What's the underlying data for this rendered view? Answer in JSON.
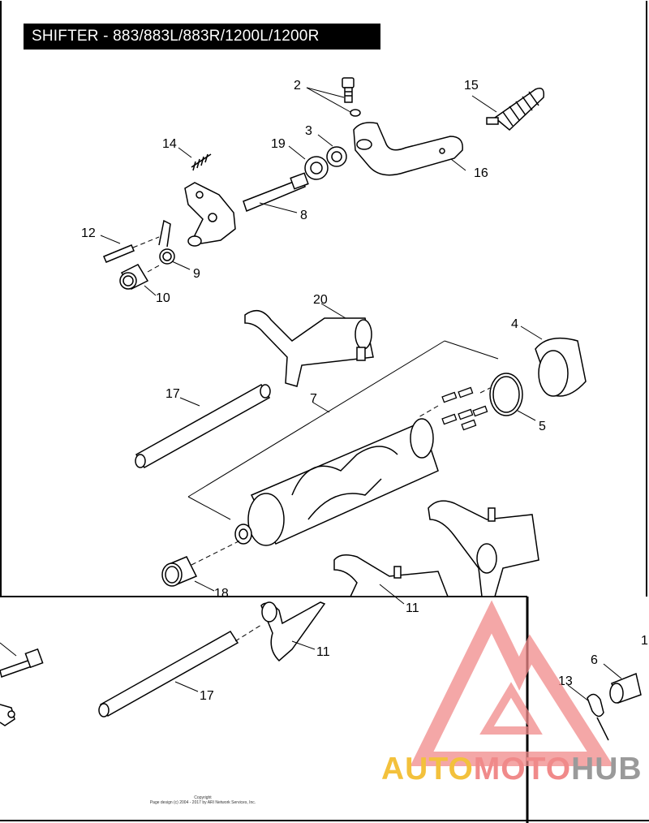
{
  "title": "SHIFTER - 883/883L/883R/1200L/1200R",
  "copyright": {
    "line1": "Copyright",
    "line2": "Page design (c) 2004 - 2017 by ARI Network Services, Inc."
  },
  "watermark": {
    "part1": "AUTO",
    "part2": "MOTO",
    "part3": "HUB",
    "colors": {
      "part1": "#f3c13c",
      "part2": "#f08a8a",
      "part3": "#9a9a9a",
      "logo": "#f08a8a"
    }
  },
  "callouts": {
    "c2": "2",
    "c15": "15",
    "c3": "3",
    "c19": "19",
    "c14": "14",
    "c16": "16",
    "c8": "8",
    "c12": "12",
    "c9": "9",
    "c10": "10",
    "c20": "20",
    "c4": "4",
    "c17a": "17",
    "c7": "7",
    "c5": "5",
    "c18": "18",
    "c11a": "11",
    "c11b": "11",
    "c17b": "17",
    "c13": "13",
    "c6": "6",
    "c1": "1"
  }
}
